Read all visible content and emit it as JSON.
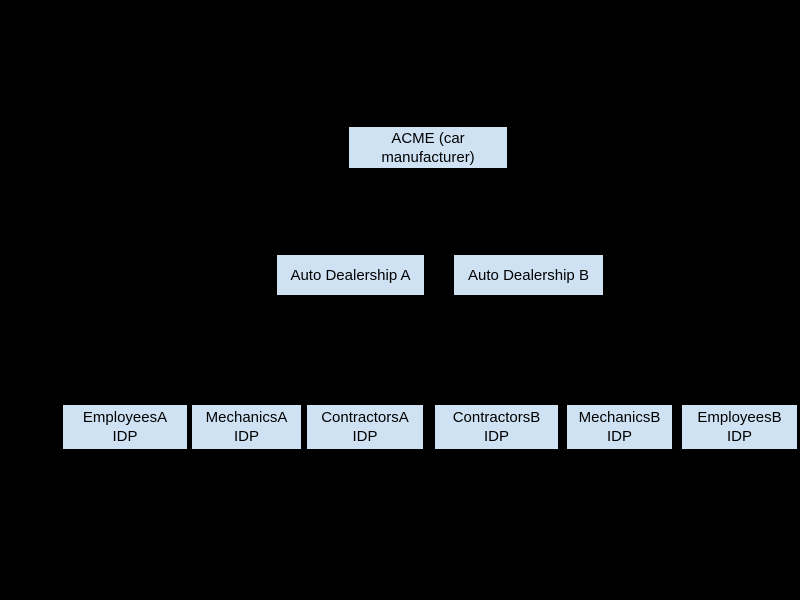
{
  "diagram": {
    "colors": {
      "background": "#000000",
      "node_fill": "#cfe2f3",
      "node_text": "#000000"
    },
    "nodes": {
      "acme": {
        "label": "ACME (car\nmanufacturer)"
      },
      "dealership_a": {
        "label": "Auto Dealership A"
      },
      "dealership_b": {
        "label": "Auto Dealership B"
      },
      "employees_a": {
        "label": "EmployeesA\nIDP"
      },
      "mechanics_a": {
        "label": "MechanicsA\nIDP"
      },
      "contractors_a": {
        "label": "ContractorsA\nIDP"
      },
      "contractors_b": {
        "label": "ContractorsB\nIDP"
      },
      "mechanics_b": {
        "label": "MechanicsB\nIDP"
      },
      "employees_b": {
        "label": "EmployeesB\nIDP"
      }
    }
  }
}
